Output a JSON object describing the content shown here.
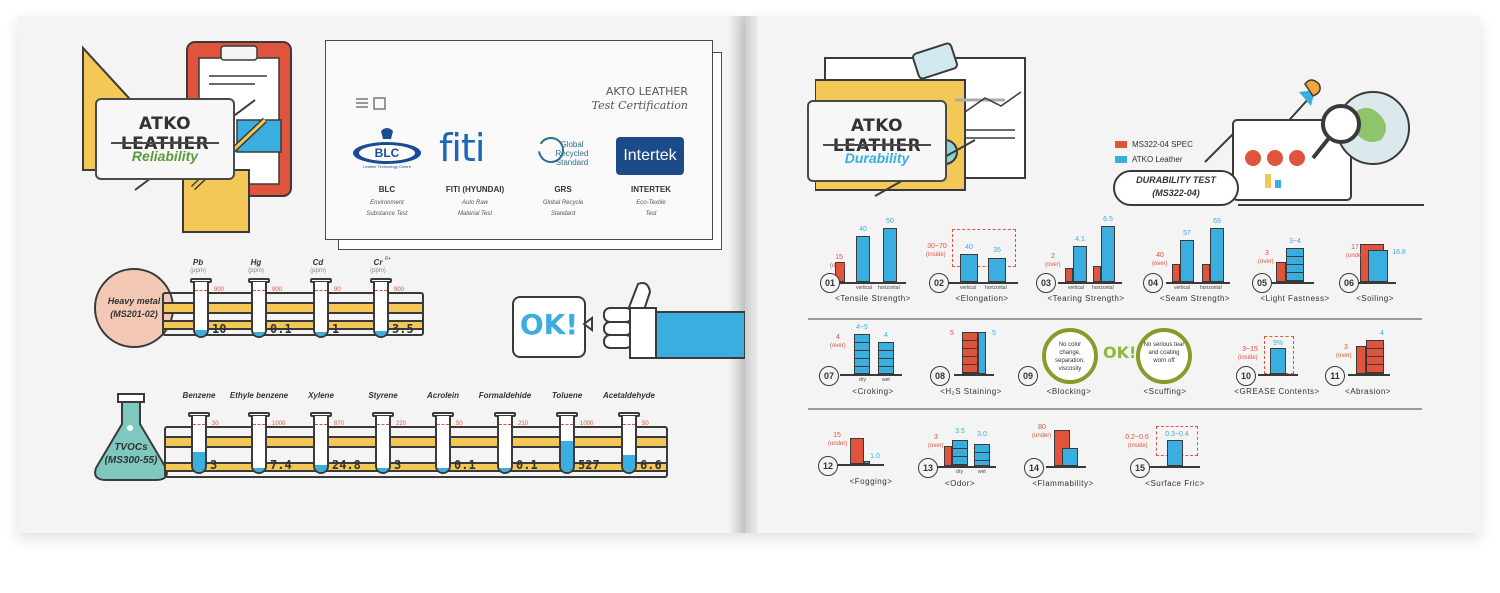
{
  "left": {
    "title_box": {
      "title": "ATKO LEATHER",
      "subtitle": "Reliability"
    },
    "certification": {
      "brand": "AKTO LEATHER",
      "heading": "Test Certification",
      "logos": {
        "blc": "BLC",
        "blc_tag": "Leather Technology Centre",
        "fiti": "fiti",
        "grs": "Global Recycled Standard",
        "intertek": "Intertek"
      },
      "items": [
        {
          "name": "BLC",
          "desc1": "Environment",
          "desc2": "Substance Test"
        },
        {
          "name": "FITI (HYUNDAI)",
          "desc1": "Auto Raw",
          "desc2": "Material Test"
        },
        {
          "name": "GRS",
          "desc1": "Global Recycle",
          "desc2": "Standard"
        },
        {
          "name": "INTERTEK",
          "desc1": "Eco-Textile",
          "desc2": "Test"
        }
      ]
    },
    "heavy_metal": {
      "label1": "Heavy metal",
      "label2": "(MS201-02)",
      "unit": "(ppm)",
      "items": [
        {
          "name": "Pb",
          "limit": "900",
          "value": "10",
          "fill": 0.12
        },
        {
          "name": "Hg",
          "limit": "900",
          "value": "0.1",
          "fill": 0.06
        },
        {
          "name": "Cd",
          "limit": "90",
          "value": "1",
          "fill": 0.08
        },
        {
          "name": "Cr",
          "sup": "6+",
          "limit": "900",
          "value": "3.5",
          "fill": 0.1
        }
      ]
    },
    "ok_text": "OK!",
    "tvocs": {
      "label1": "TVOCs",
      "label2": "(MS300-55)",
      "items": [
        {
          "name": "Benzene",
          "limit": "30",
          "value": "3",
          "fill": 0.35
        },
        {
          "name": "Ethyle benzene",
          "limit": "1000",
          "value": "7.4",
          "fill": 0.08
        },
        {
          "name": "Xylene",
          "limit": "870",
          "value": "24.8",
          "fill": 0.12
        },
        {
          "name": "Styrene",
          "limit": "220",
          "value": "3",
          "fill": 0.08
        },
        {
          "name": "Acrolein",
          "limit": "50",
          "value": "0.1",
          "fill": 0.05
        },
        {
          "name": "Formaldehide",
          "limit": "210",
          "value": "0.1",
          "fill": 0.05
        },
        {
          "name": "Toluene",
          "limit": "1000",
          "value": "527",
          "fill": 0.55
        },
        {
          "name": "Acetaldehyde",
          "limit": "50",
          "value": "6.6",
          "fill": 0.3
        }
      ]
    }
  },
  "right": {
    "title_box": {
      "title": "ATKO LEATHER",
      "subtitle": "Durability"
    },
    "legend": [
      {
        "label": "MS322-04 SPEC",
        "color": "#e0533d"
      },
      {
        "label": "ATKO Leather",
        "color": "#3aaede"
      }
    ],
    "banner": {
      "title": "DURABILITY TEST",
      "code": "(MS322-04)"
    },
    "tests": [
      {
        "num": "01",
        "name": "<Tensile Strength>",
        "spec": "15",
        "spec_note": "(over)",
        "v1": "40",
        "v2": "50",
        "x1": "vertical",
        "x2": "horizontal"
      },
      {
        "num": "02",
        "name": "<Elongation>",
        "spec": "30~70",
        "spec_note": "(inside)",
        "v1": "40",
        "v2": "35",
        "x1": "vertical",
        "x2": "horizontal"
      },
      {
        "num": "03",
        "name": "<Tearing Strength>",
        "spec": "2",
        "spec_note": "(over)",
        "v1": "4.1",
        "v2": "6.5",
        "x1": "vertical",
        "x2": "horizontal"
      },
      {
        "num": "04",
        "name": "<Seam Strength>",
        "spec": "40",
        "spec_note": "(over)",
        "v1": "57",
        "v2": "69",
        "x1": "vertical",
        "x2": "horizontal"
      },
      {
        "num": "05",
        "name": "<Light Fastness>",
        "spec": "3",
        "spec_note": "(over)",
        "v1": "3~4"
      },
      {
        "num": "06",
        "name": "<Soiling>",
        "spec": "17",
        "spec_note": "(under)",
        "v1": "16.8"
      },
      {
        "num": "07",
        "name": "<Croking>",
        "spec": "4",
        "spec_note": "(over)",
        "v1": "4~5",
        "v2": "4",
        "x1": "dry",
        "x2": "wet"
      },
      {
        "num": "08",
        "name": "<H₂S Staining>",
        "spec": "5",
        "v1": "5"
      },
      {
        "num": "09",
        "name": "<Blocking>",
        "circle": "No color change, separation, viscosity"
      },
      {
        "name": "<Scuffing>",
        "circle": "No serious tear and coating worn off"
      },
      {
        "num": "10",
        "name": "<GREASE Contents>",
        "spec": "3~15",
        "spec_note": "(inside)",
        "v1": "9%"
      },
      {
        "num": "11",
        "name": "<Abrasion>",
        "spec": "3",
        "spec_note": "(over)",
        "v1": "4"
      },
      {
        "num": "12",
        "name": "<Fogging>",
        "spec": "15",
        "spec_note": "(under)",
        "v1": "1.0"
      },
      {
        "num": "13",
        "name": "<Odor>",
        "spec": "3",
        "spec_note": "(over)",
        "v1": "3.5",
        "v2": "3.0",
        "x1": "dry",
        "x2": "wet"
      },
      {
        "num": "14",
        "name": "<Flammability>",
        "spec": "80",
        "spec_note": "(under)"
      },
      {
        "num": "15",
        "name": "<Surface Fric>",
        "spec": "0.2~0.6",
        "spec_note": "(inside)",
        "v1": "0.3~0.4"
      }
    ],
    "ok_text": "OK!"
  }
}
